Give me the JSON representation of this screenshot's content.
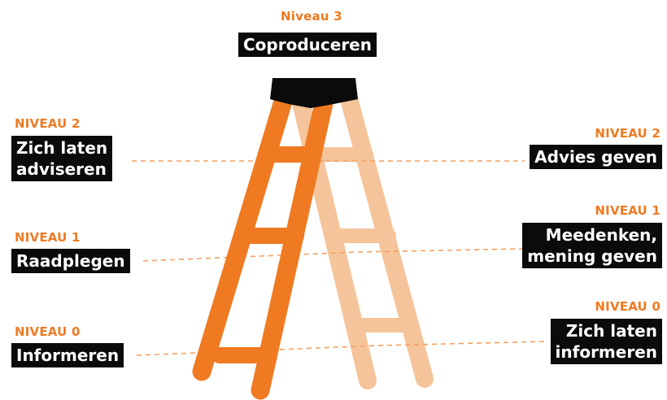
{
  "colors": {
    "front_ladder": "#ef7a22",
    "back_ladder": "#f6c49a",
    "top_cap": "#0b0b0b",
    "level_text": "#ef7a22",
    "label_bg": "#0b0b0b",
    "label_text": "#ffffff",
    "dash_line": "#f2a064"
  },
  "top": {
    "level": "Niveau 3",
    "label": "Coproduceren"
  },
  "left": [
    {
      "level": "NIVEAU 2",
      "lines": [
        "Zich laten",
        "adviseren"
      ]
    },
    {
      "level": "NIVEAU 1",
      "lines": [
        "Raadplegen"
      ]
    },
    {
      "level": "NIVEAU 0",
      "lines": [
        "Informeren"
      ]
    }
  ],
  "right": [
    {
      "level": "NIVEAU 2",
      "lines": [
        "Advies geven"
      ]
    },
    {
      "level": "NIVEAU 1",
      "lines": [
        "Meedenken,",
        "mening geven"
      ]
    },
    {
      "level": "NIVEAU 0",
      "lines": [
        "Zich laten",
        "informeren"
      ]
    }
  ]
}
